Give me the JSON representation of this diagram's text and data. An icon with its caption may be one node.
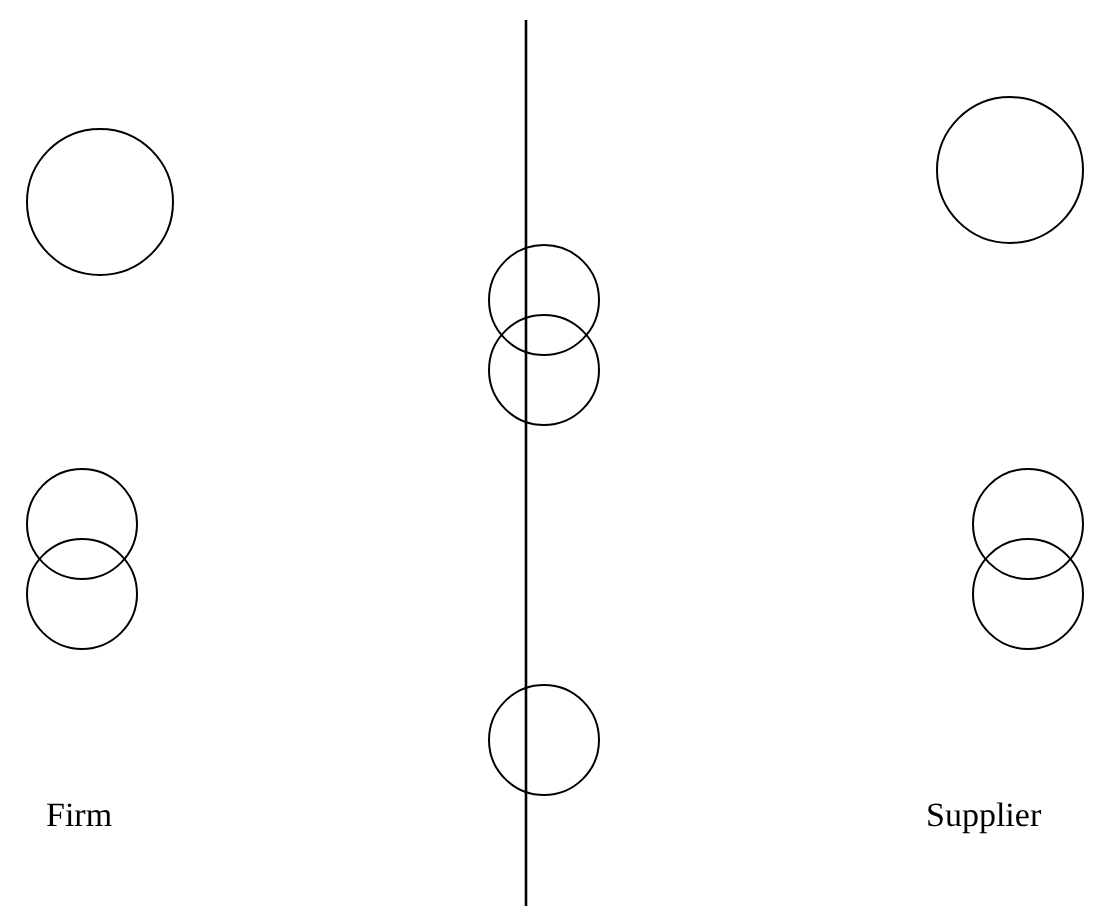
{
  "diagram": {
    "nodes": [
      {
        "text": [],
        "shape": "circle"
      },
      {
        "text": [],
        "shape": "circle"
      },
      {
        "text": [],
        "shape": "circle"
      },
      {
        "text": [],
        "shape": "circle"
      },
      {
        "text": [],
        "shape": "circle"
      },
      {
        "text": [],
        "shape": "circle"
      },
      {
        "text": [],
        "shape": "circle"
      },
      {
        "text": [],
        "shape": "circle"
      },
      {
        "text": [],
        "shape": "circle"
      }
    ],
    "labels": [
      "Firm",
      "Supplier"
    ]
  }
}
